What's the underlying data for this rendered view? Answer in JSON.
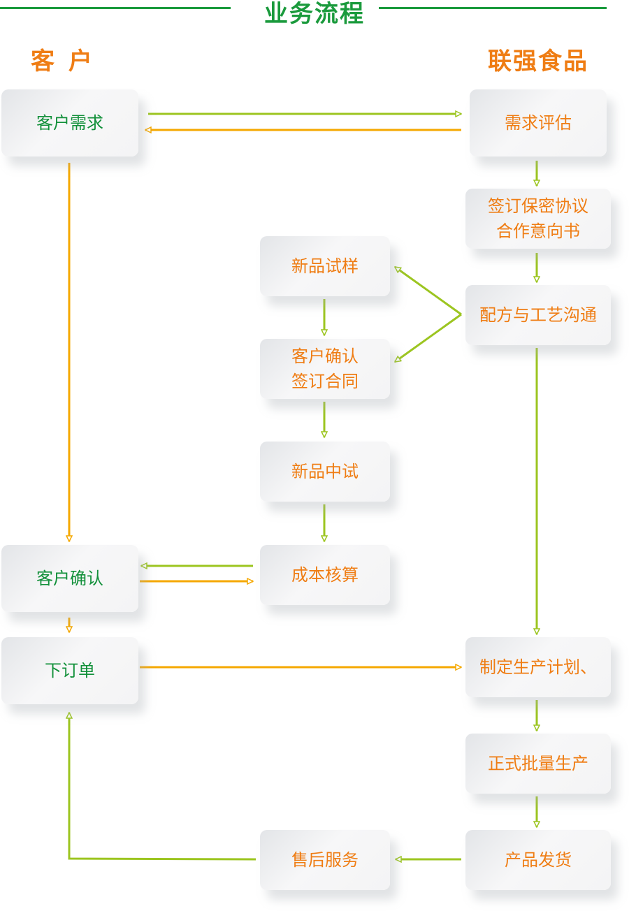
{
  "title": "业务流程",
  "columns": {
    "customer": "客 户",
    "company": "联强食品"
  },
  "nodes": {
    "customer_demand": "客户需求",
    "demand_eval": "需求评估",
    "nda_line1": "签订保密协议",
    "nda_line2": "合作意向书",
    "sample": "新品试样",
    "formula": "配方与工艺沟通",
    "contract_line1": "客户确认",
    "contract_line2": "签订合同",
    "pilot": "新品中试",
    "customer_confirm": "客户确认",
    "costing": "成本核算",
    "order": "下订单",
    "plan": "制定生产计划、",
    "mass_production": "正式批量生产",
    "shipping": "产品发货",
    "after_sales": "售后服务"
  },
  "colors": {
    "green": "#9cc520",
    "orange": "#f5a800",
    "title": "#1a9a3c",
    "heading": "#ef7d14"
  }
}
